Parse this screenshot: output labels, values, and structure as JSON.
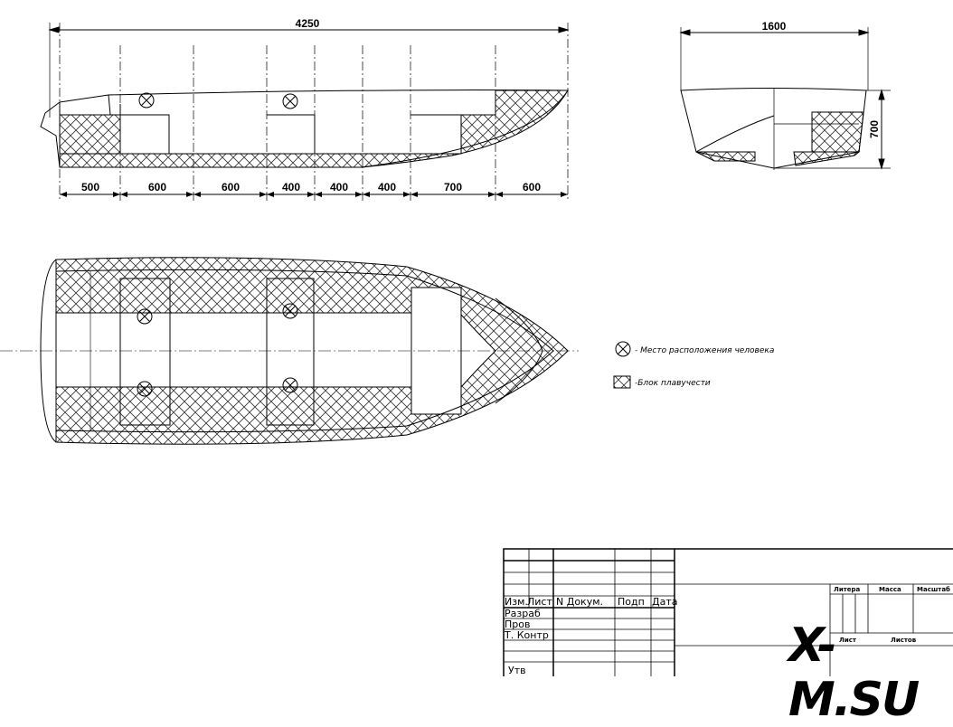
{
  "drawing": {
    "side_view": {
      "overall_length": "4250",
      "segments": [
        "500",
        "600",
        "600",
        "400",
        "400",
        "400",
        "700",
        "600"
      ]
    },
    "front_view": {
      "width": "1600",
      "height": "700"
    },
    "legend": [
      {
        "icon": "person-position-icon",
        "label": "- Место расположения человека"
      },
      {
        "icon": "buoyancy-block-hatch-icon",
        "label": "-Блок плавучести"
      }
    ]
  },
  "title_block": {
    "headers": [
      "Изм.",
      "Лист",
      "N  Докум.",
      "Подп",
      "Дата"
    ],
    "rows": [
      "Разраб",
      "Пров",
      "Т. Контр",
      "",
      "",
      "Утв"
    ],
    "right_headers": [
      "Литера",
      "Масса",
      "Масштаб"
    ],
    "sheet_labels": [
      "Лист",
      "Листов"
    ]
  },
  "watermark": "X-M.SU"
}
